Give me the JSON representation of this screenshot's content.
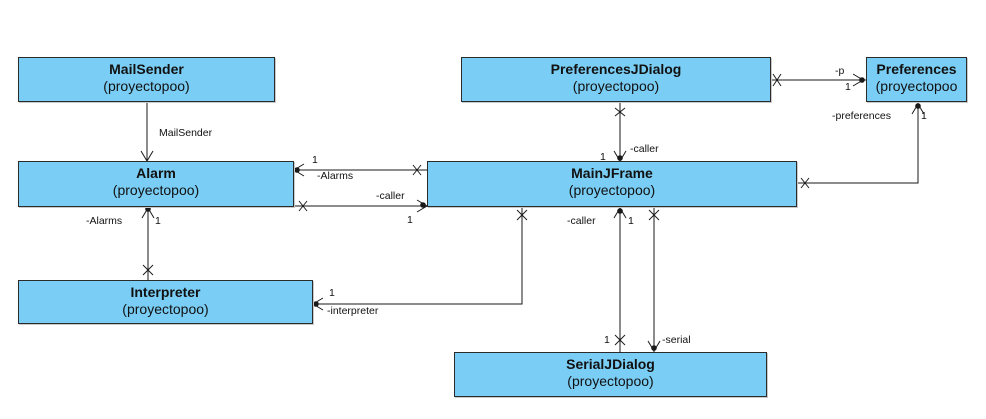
{
  "classes": {
    "mailsender": {
      "name": "MailSender",
      "package": "(proyectopoo)"
    },
    "prefsdialog": {
      "name": "PreferencesJDialog",
      "package": "(proyectopoo)"
    },
    "preferences": {
      "name": "Preferences",
      "package": "(proyectopoo"
    },
    "alarm": {
      "name": "Alarm",
      "package": "(proyectopoo)"
    },
    "mainframe": {
      "name": "MainJFrame",
      "package": "(proyectopoo)"
    },
    "interpreter": {
      "name": "Interpreter",
      "package": "(proyectopoo)"
    },
    "serialdialog": {
      "name": "SerialJDialog",
      "package": "(proyectopoo)"
    }
  },
  "labels": {
    "mailsender_role": "MailSender",
    "p_role": "-p",
    "p_mult": "1",
    "preferences_role": "-preferences",
    "preferences_mult": "1",
    "prefs_caller_role": "-caller",
    "prefs_caller_mult": "1",
    "alarms_top_mult": "1",
    "alarms_top_role": "-Alarms",
    "alarm_caller_role": "-caller",
    "alarm_caller_mult": "1",
    "alarms_left_role": "-Alarms",
    "alarms_left_mult": "1",
    "main_caller_role": "-caller",
    "main_caller_mult": "1",
    "interp_mult": "1",
    "interp_role": "-interpreter",
    "serial_mult": "1",
    "serial_role": "-serial"
  }
}
